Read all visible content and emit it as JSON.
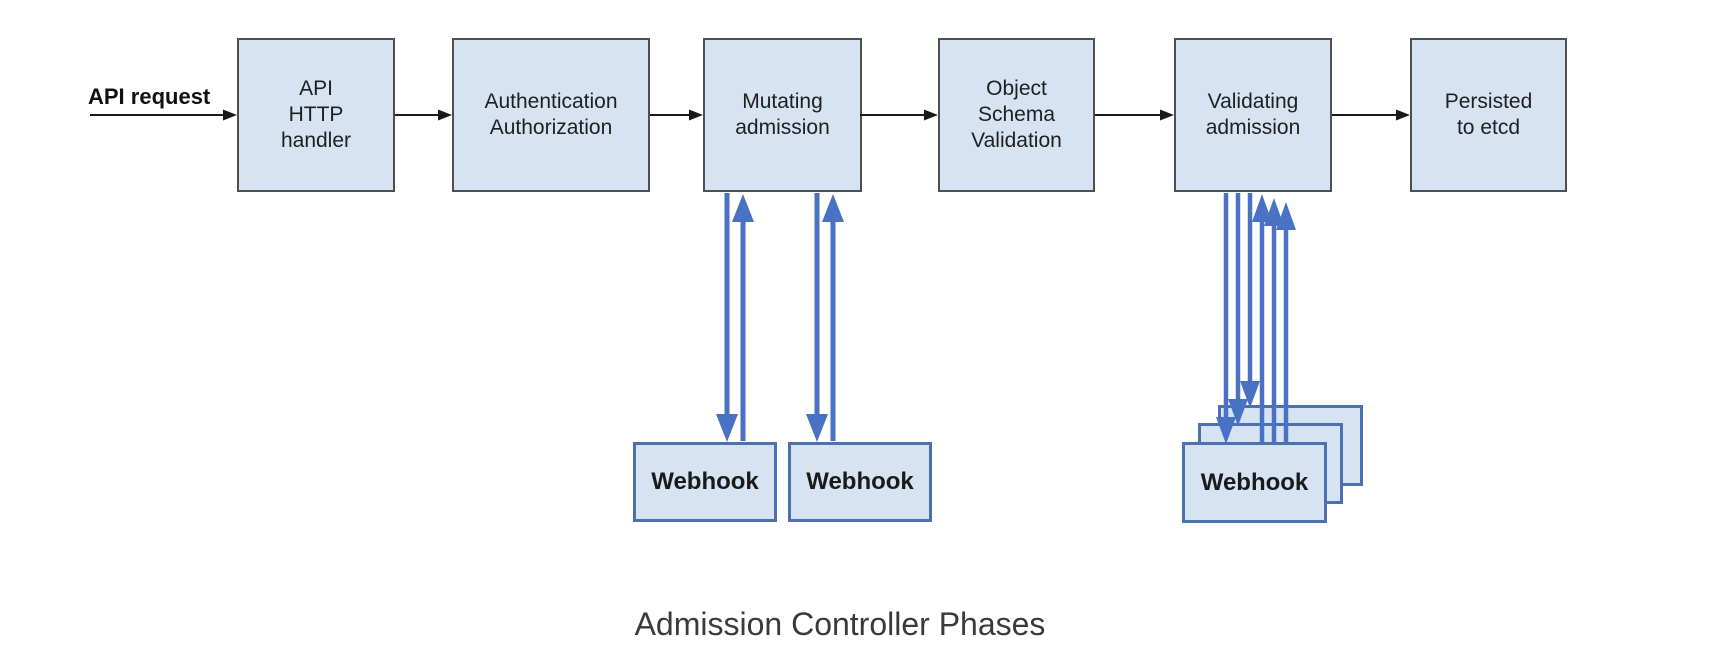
{
  "diagram": {
    "caption": "Admission Controller Phases",
    "request_label": "API request",
    "phases": [
      {
        "id": "api-http-handler",
        "label": "API\nHTTP\nhandler"
      },
      {
        "id": "authentication-authorization",
        "label": "Authentication\nAuthorization"
      },
      {
        "id": "mutating-admission",
        "label": "Mutating\nadmission"
      },
      {
        "id": "object-schema-validation",
        "label": "Object\nSchema\nValidation"
      },
      {
        "id": "validating-admission",
        "label": "Validating\nadmission"
      },
      {
        "id": "persisted-to-etcd",
        "label": "Persisted\nto etcd"
      }
    ],
    "mutating_webhooks": [
      {
        "label": "Webhook"
      },
      {
        "label": "Webhook"
      }
    ],
    "validating_webhook_stack": {
      "front_label": "Webhook",
      "stacked_count": 3
    },
    "colors": {
      "box_fill": "#d5e3f2",
      "phase_box_border": "#4f4f4f",
      "webhook_box_border": "#4d70ae",
      "flow_arrow": "#1a1a1a",
      "webhook_arrow": "#4a72c4",
      "caption_text": "#3a3a3a",
      "background": "#ffffff"
    }
  }
}
